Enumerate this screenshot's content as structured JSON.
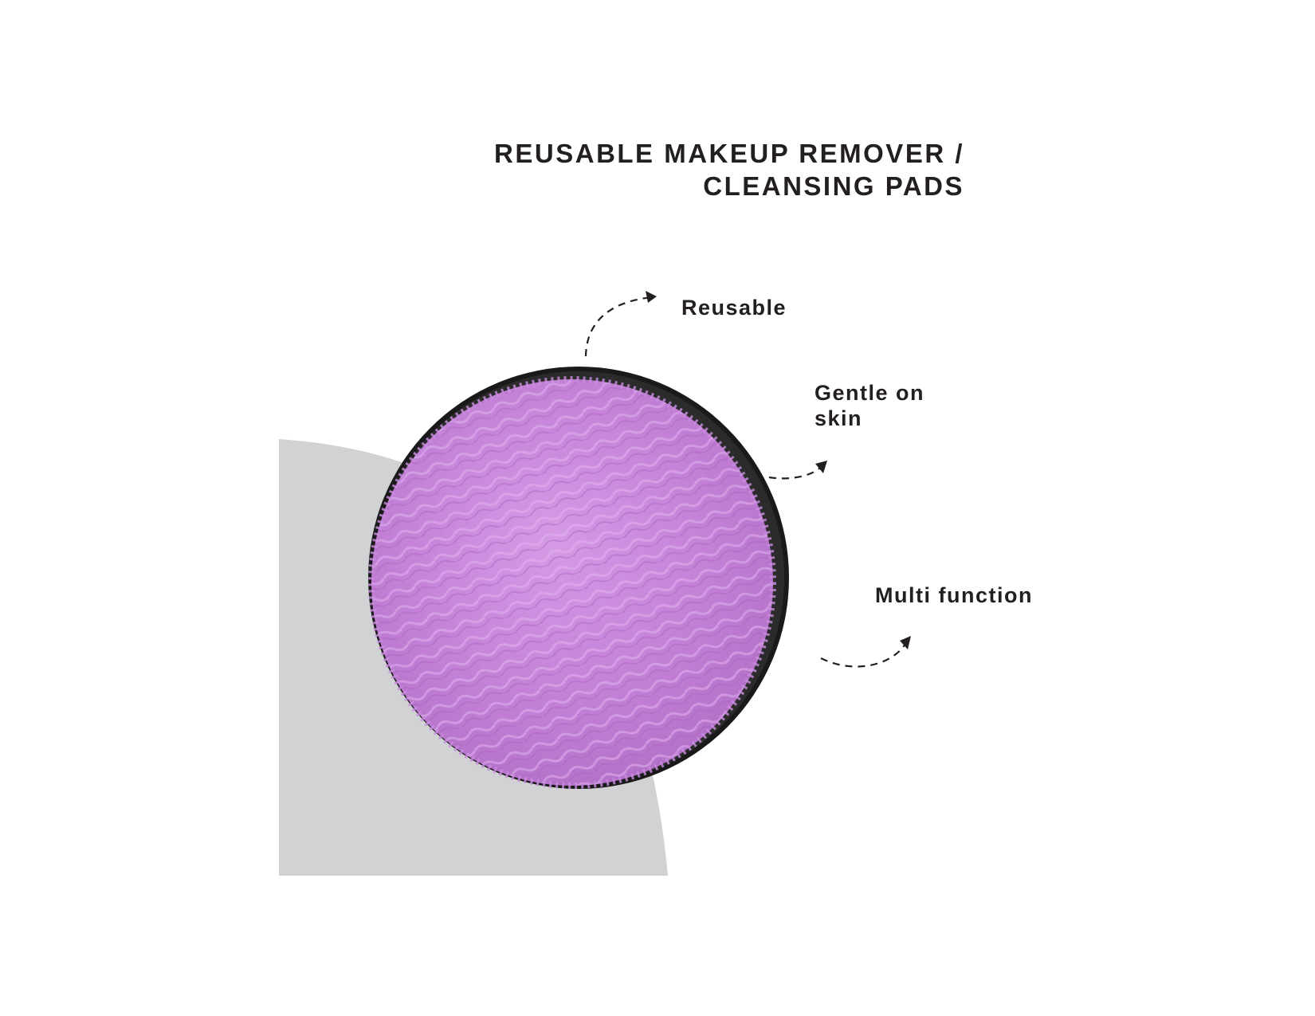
{
  "title": {
    "line1": "REUSABLE MAKEUP REMOVER /",
    "line2": "CLEANSING PADS"
  },
  "features": {
    "reusable": "Reusable",
    "gentle": "Gentle on skin",
    "multi": "Multi function"
  },
  "product": {
    "pad_color": "#c583d8",
    "rim_color": "#1a1a1a",
    "backdrop_color": "#d1d2d4"
  },
  "icons": [
    "dashed-arrow-icon"
  ]
}
